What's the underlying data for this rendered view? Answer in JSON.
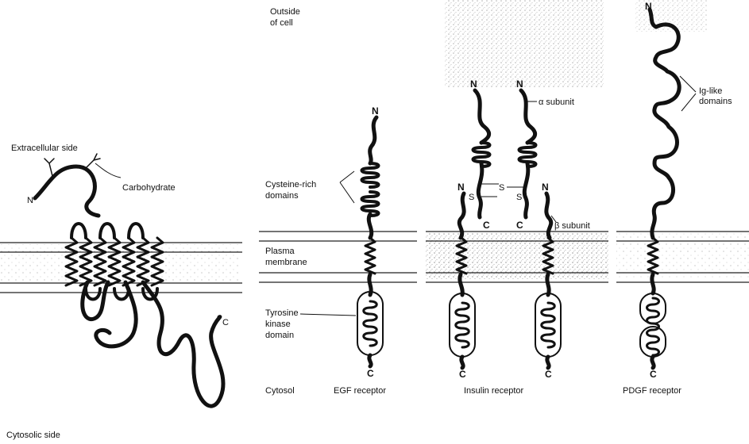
{
  "left_panel": {
    "extracellular_label": "Extracellular side",
    "carbohydrate_label": "Carbohydrate",
    "n_terminus": "N",
    "c_terminus": "C",
    "cytosolic_label": "Cytosolic side"
  },
  "right_panel": {
    "outside_label_line1": "Outside",
    "outside_label_line2": "of cell",
    "cysteine_label_line1": "Cysteine-rich",
    "cysteine_label_line2": "domains",
    "membrane_label_line1": "Plasma",
    "membrane_label_line2": "membrane",
    "kinase_label_line1": "Tyrosine",
    "kinase_label_line2": "kinase",
    "kinase_label_line3": "domain",
    "cytosol_label": "Cytosol",
    "egf": {
      "caption": "EGF receptor",
      "n": "N",
      "c": "C"
    },
    "insulin": {
      "caption": "Insulin receptor",
      "alpha_label": "α subunit",
      "beta_label": "β subunit",
      "n": "N",
      "c": "C",
      "s": "S"
    },
    "pdgf": {
      "caption": "PDGF receptor",
      "ig_label_line1": "Ig-like",
      "ig_label_line2": "domains",
      "n": "N",
      "c": "C"
    }
  }
}
